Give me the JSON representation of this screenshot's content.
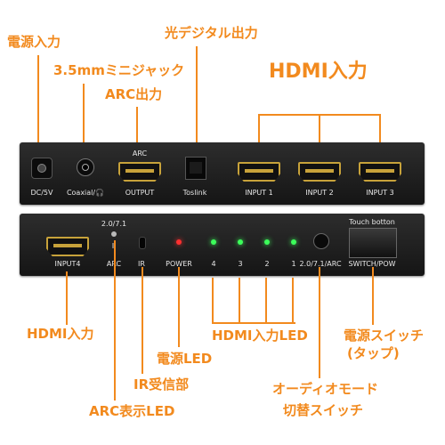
{
  "callouts": {
    "power_input": "電源入力",
    "mini_jack": "3.5mmミニジャック",
    "arc_out": "ARC出力",
    "optical_out": "光デジタル出力",
    "hdmi_in_top": "HDMI入力",
    "hdmi_in_bottom": "HDMI入力",
    "hdmi_led": "HDMI入力LED",
    "power_switch_line1": "電源スイッチ",
    "power_switch_line2": "(タップ)",
    "power_led": "電源LED",
    "ir_receiver": "IR受信部",
    "audio_mode_line1": "オーディオモード",
    "audio_mode_line2": "切替スイッチ",
    "arc_led": "ARC表示LED"
  },
  "rear_panel": {
    "dc": "DC/5V",
    "coaxial": "Coaxial/🎧",
    "arc_top": "ARC",
    "output": "OUTPUT",
    "toslink": "Toslink",
    "input1": "INPUT 1",
    "input2": "INPUT 2",
    "input3": "INPUT 3"
  },
  "front_panel": {
    "version": "2.0/7.1",
    "input4": "INPUT4",
    "arc": "ARC",
    "ir": "IR",
    "power": "POWER",
    "led4": "4",
    "led3": "3",
    "led2": "2",
    "led1": "1",
    "mode": "2.0/7.1/ARC",
    "touch": "Touch botton",
    "switch": "SWITCH/POW"
  },
  "colors": {
    "accent": "#f28a1e",
    "led_green": "#3cff5a",
    "led_red": "#ff3030"
  }
}
